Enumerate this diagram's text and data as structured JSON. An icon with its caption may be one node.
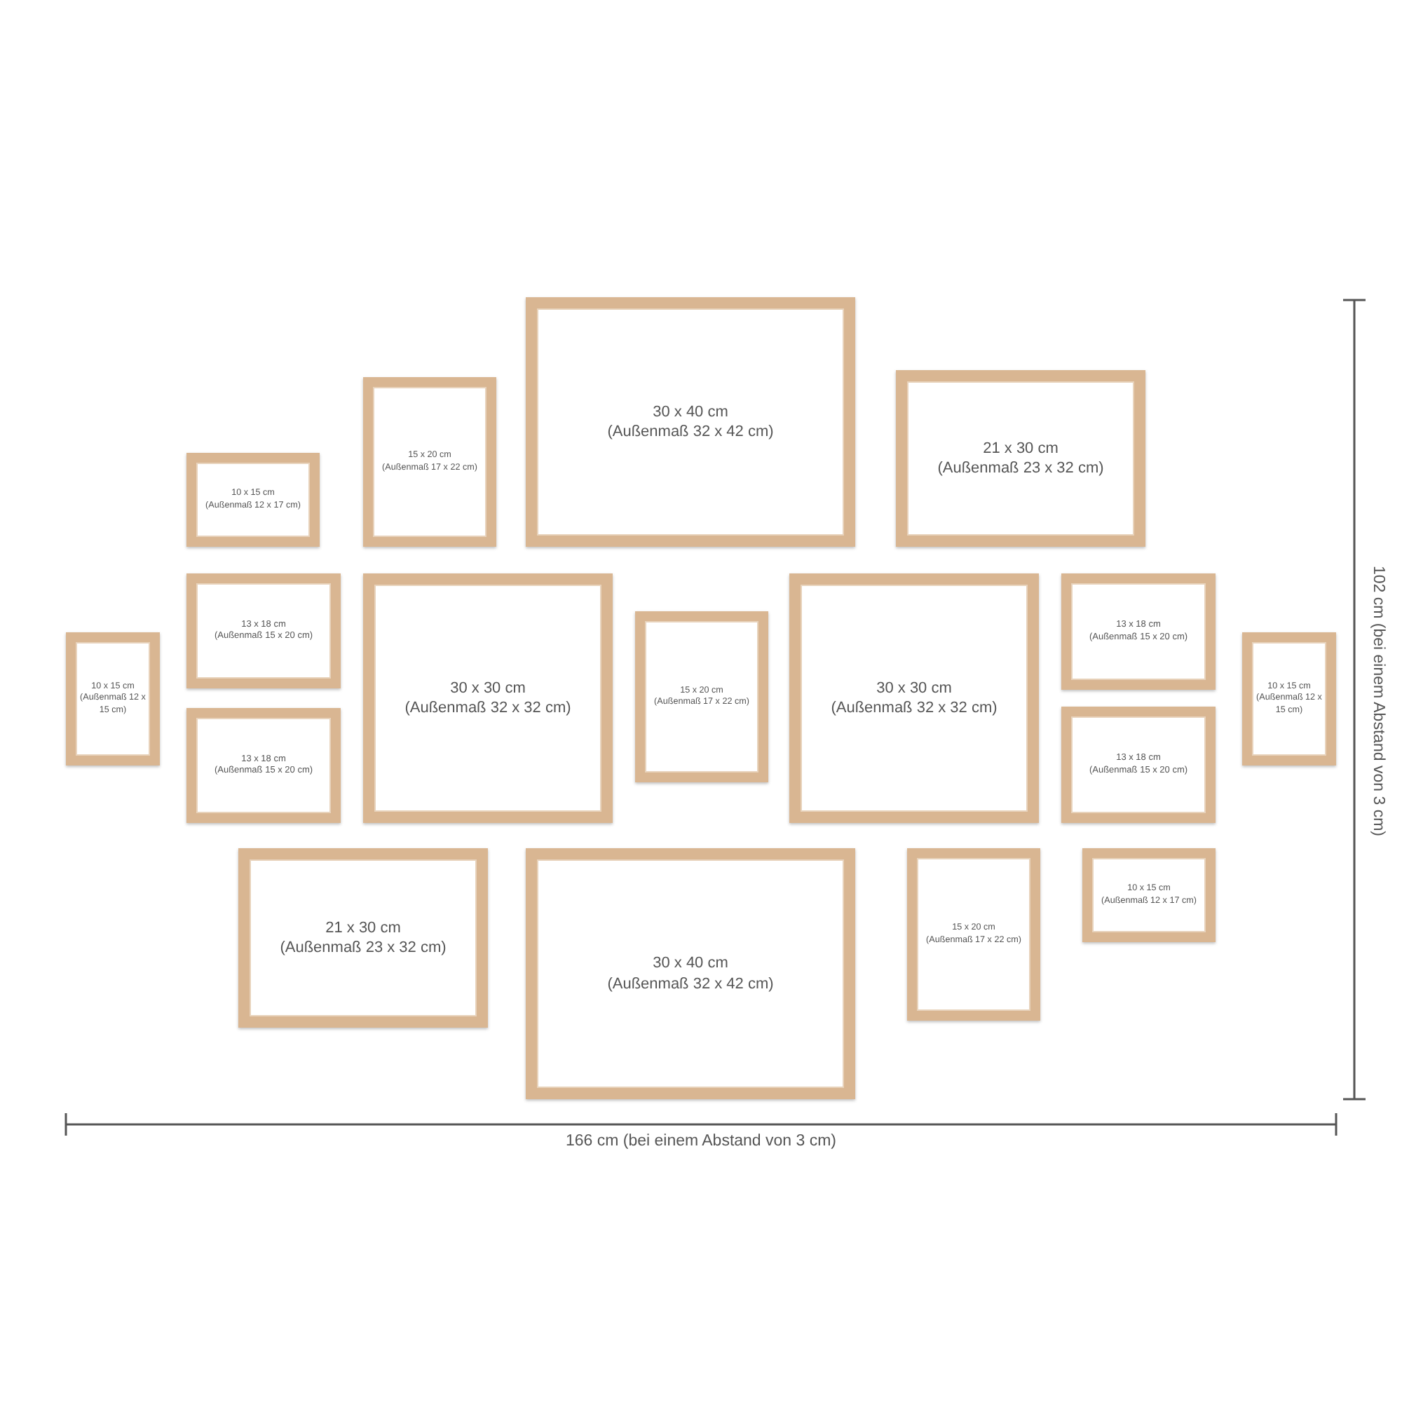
{
  "diagram": {
    "nodes": [
      {
        "text": [
          "10 x 15 cm",
          "(Außenmaß 12 x 17 cm)"
        ]
      },
      {
        "text": [
          "15 x 20 cm",
          "(Außenmaß 17 x 22 cm)"
        ]
      },
      {
        "text": [
          "30 x 40 cm",
          "(Außenmaß 32 x 42 cm)"
        ]
      },
      {
        "text": [
          "21 x 30 cm",
          "(Außenmaß 23 x 32 cm)"
        ]
      },
      {
        "text": [
          "10 x 15 cm",
          "(Außenmaß 12 x 15 cm)"
        ]
      },
      {
        "text": [
          "13 x 18 cm",
          "(Außenmaß 15 x 20 cm)"
        ]
      },
      {
        "text": [
          "13 x 18 cm",
          "(Außenmaß 15 x 20 cm)"
        ]
      },
      {
        "text": [
          "30 x 30 cm",
          "(Außenmaß 32 x 32 cm)"
        ]
      },
      {
        "text": [
          "15 x 20 cm",
          "(Außenmaß 17 x 22 cm)"
        ]
      },
      {
        "text": [
          "30 x 30 cm",
          "(Außenmaß 32 x 32 cm)"
        ]
      },
      {
        "text": [
          "13 x 18 cm",
          "(Außenmaß 15 x 20 cm)"
        ]
      },
      {
        "text": [
          "13 x 18 cm",
          "(Außenmaß 15 x 20 cm)"
        ]
      },
      {
        "text": [
          "10 x 15 cm",
          "(Außenmaß 12 x 15 cm)"
        ]
      },
      {
        "text": [
          "21 x 30 cm",
          "(Außenmaß 23 x 32 cm)"
        ]
      },
      {
        "text": [
          "30 x 40 cm",
          "(Außenmaß 32 x 42 cm)"
        ]
      },
      {
        "text": [
          "15 x 20 cm",
          "(Außenmaß 17 x 22 cm)"
        ]
      },
      {
        "text": [
          "10 x 15 cm",
          "(Außenmaß 12 x 17 cm)"
        ]
      }
    ],
    "labels": [
      "166 cm (bei einem Abstand von 3 cm)",
      "102 cm (bei einem Abstand von 3 cm)"
    ]
  }
}
